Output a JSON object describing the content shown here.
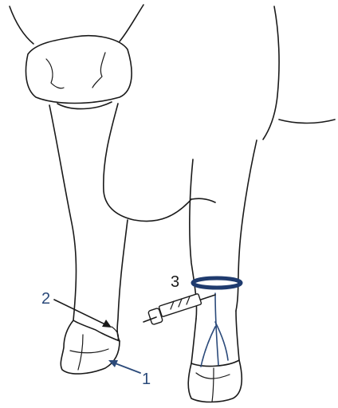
{
  "labels": {
    "label_1": "1",
    "label_2": "2",
    "label_3": "3"
  },
  "colors": {
    "outline": "#1a1a1a",
    "blue_label": "#2b4a7a",
    "tourniquet": "#1f3b6e",
    "vein": "#2b4a7a"
  },
  "icons": {
    "syringe": "syringe-icon"
  }
}
